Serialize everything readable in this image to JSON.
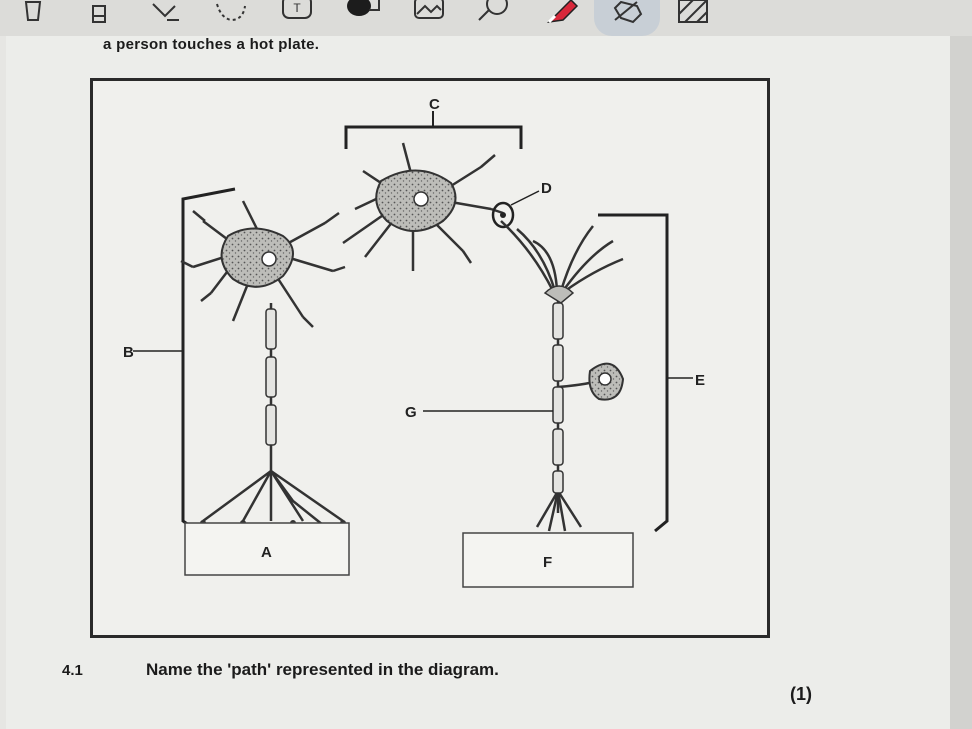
{
  "toolbar": {
    "tools": [
      {
        "icon": "pen-icon"
      },
      {
        "icon": "highlighter-icon"
      },
      {
        "icon": "eraser-icon"
      },
      {
        "icon": "lasso-icon"
      },
      {
        "icon": "text-box-icon",
        "label": "T"
      },
      {
        "icon": "shape-fill-icon"
      },
      {
        "icon": "image-icon"
      },
      {
        "icon": "ruler-icon"
      },
      {
        "icon": "marker-icon"
      },
      {
        "icon": "hand-touch-icon"
      },
      {
        "icon": "hatch-pattern-icon"
      }
    ]
  },
  "page": {
    "caption": "a person touches a hot plate.",
    "figure_labels": {
      "a": "A",
      "b": "B",
      "c": "C",
      "d": "D",
      "e": "E",
      "f": "F",
      "g": "G"
    },
    "question": {
      "number": "4.1",
      "text": "Name the 'path' represented in the diagram.",
      "marks": "(1)"
    }
  },
  "colors": {
    "ink": "#222222",
    "paper": "#ecedea",
    "toolbar": "#dcdcd9",
    "active_tool": "#c8cfd6",
    "marker_red": "#d8283a"
  }
}
